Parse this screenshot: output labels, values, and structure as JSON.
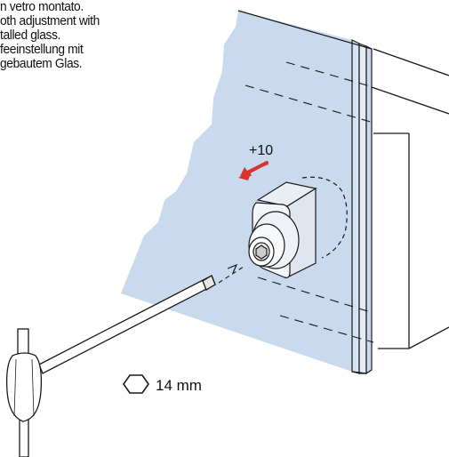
{
  "instructions": {
    "lines": [
      "n vetro montato.",
      "oth adjustment with",
      "talled glass.",
      "feeinstellung mit",
      "gebautem Glas."
    ]
  },
  "diagram": {
    "adjustment_label": "+10",
    "wrench_size_label": "14 mm",
    "colors": {
      "glass": "#c9d9ee",
      "arrow": "#d9342b",
      "line": "#1a1a1a"
    },
    "icons": {
      "wrench": "hex-wrench-icon",
      "hex_size": "hexagon-icon",
      "direction": "arrow-icon"
    }
  }
}
